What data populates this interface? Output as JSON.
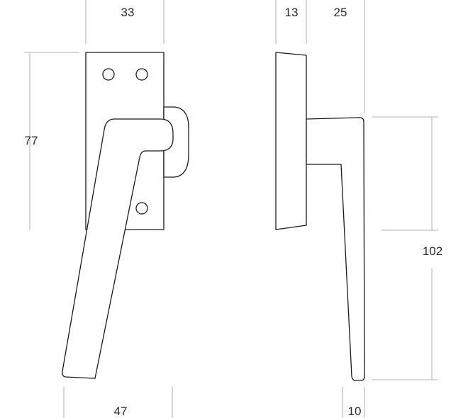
{
  "diagram": {
    "dimensions": {
      "plate_width": "33",
      "plate_height": "77",
      "handle_width": "47",
      "side_plate_depth": "13",
      "side_handle_depth": "25",
      "side_handle_height": "102",
      "side_tip_width": "10"
    },
    "colors": {
      "outline": "#1a1a1a",
      "extension_line": "#9a9a9a",
      "text": "#2a2a2a"
    }
  }
}
